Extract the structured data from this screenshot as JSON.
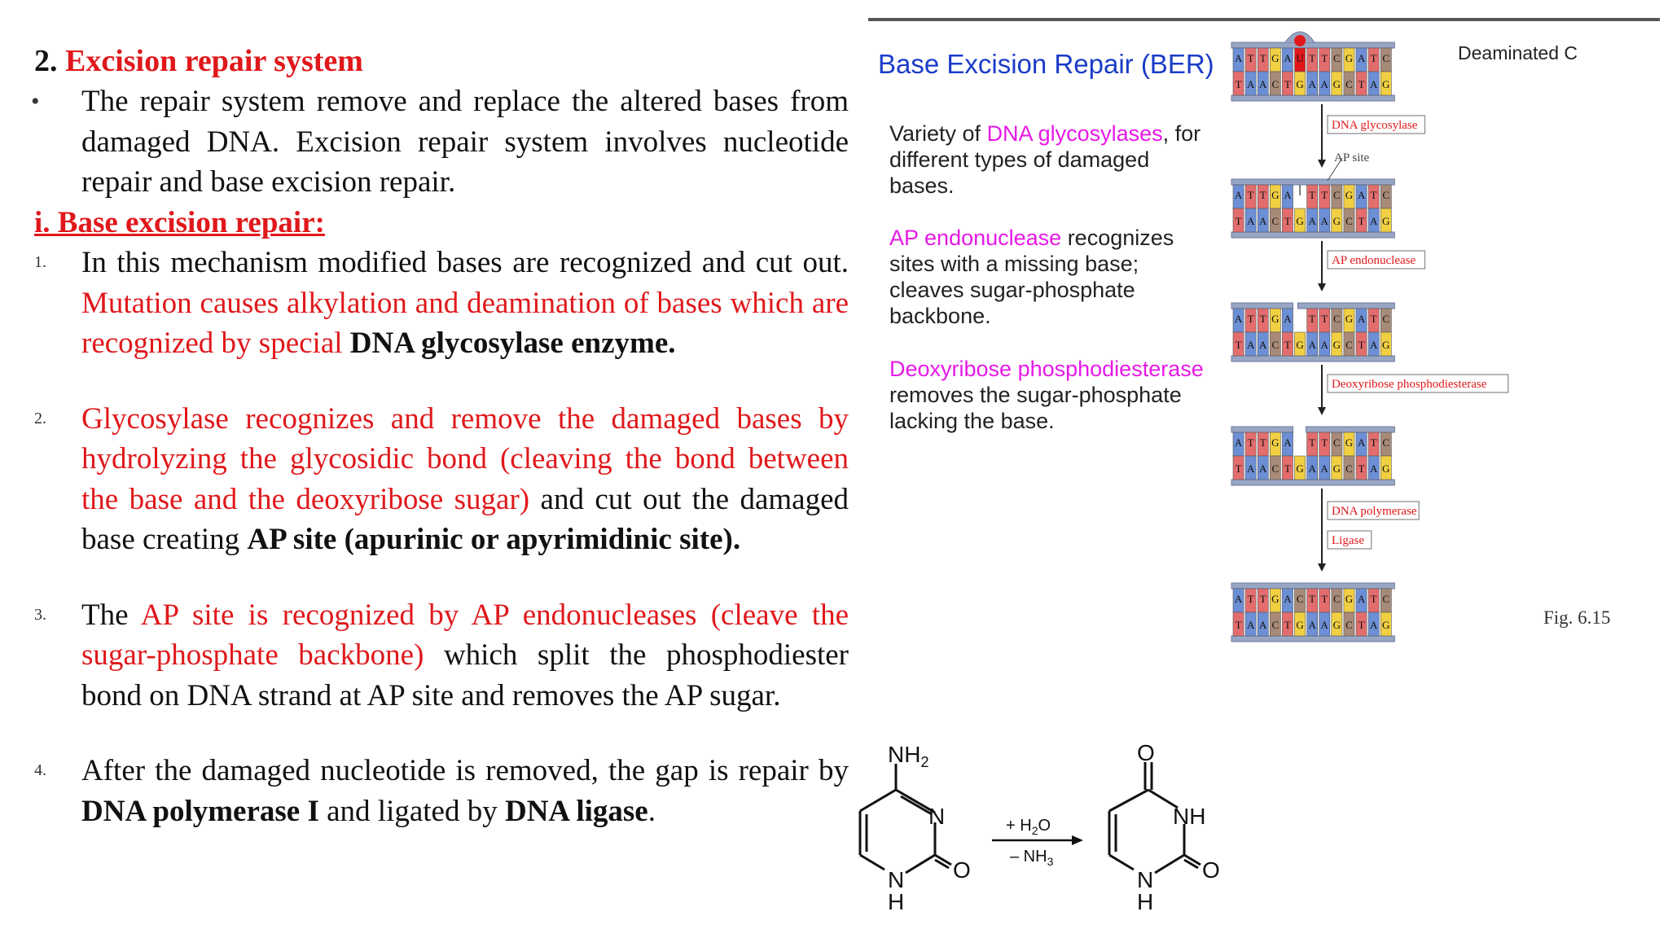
{
  "left": {
    "heading_num": "2. ",
    "heading_text": "Excision repair system",
    "bullet_mark": "•",
    "bullet_text": "The repair system remove and replace the altered bases from damaged DNA. Excision repair system involves nucleotide repair and base excision repair.",
    "subheading": "i. Base excision repair:",
    "items": [
      {
        "mark": "1.",
        "t1": "In this mechanism modified bases are recognized and cut out. ",
        "t2": "Mutation causes alkylation and deamination of bases which are recognized by special ",
        "t3": "DNA glycosylase enzyme",
        "t4": "."
      },
      {
        "mark": "2.",
        "t1": "Glycosylase recognizes and remove the damaged bases by hydrolyzing the glycosidic bond  (cleaving the bond between the base and the deoxyribose sugar)",
        "t2": " and cut out the damaged base creating ",
        "t3": "AP site (apurinic or apyrimidinic site)."
      },
      {
        "mark": "3.",
        "t1": "The ",
        "t2": "AP site is recognized by AP endonucleases (cleave the sugar-phosphate backbone)",
        "t3": " which split the phosphodiester bond on DNA strand at AP site and removes the AP sugar."
      },
      {
        "mark": "4.",
        "t1": "After the damaged nucleotide is removed, the gap is repair by ",
        "t2": "DNA polymerase I",
        "t3": " and ligated by ",
        "t4": "DNA ligase",
        "t5": "."
      }
    ]
  },
  "figure": {
    "title": "Base Excision Repair (BER)",
    "deaminated": "Deaminated C",
    "fig_label": "Fig. 6.15",
    "desc1": {
      "a": "Variety of ",
      "b": "DNA glycosylases",
      "c": ", for different types of damaged bases."
    },
    "desc2": {
      "a": "AP endonuclease",
      "b": " recognizes sites with a missing base; cleaves sugar-phosphate backbone."
    },
    "desc3": {
      "a": "Deoxyribose phosphodiesterase",
      "b": " removes the sugar-phosphate lacking the base."
    },
    "enzymes": [
      "DNA glycosylase",
      "AP endonuclease",
      "Deoxyribose phosphodiesterase",
      "DNA polymerase",
      "Ligase"
    ],
    "ap_site": "AP site",
    "top_strand": [
      "A",
      "T",
      "T",
      "G",
      "A",
      "U",
      "T",
      "T",
      "C",
      "G",
      "A",
      "T",
      "C"
    ],
    "bottom_strand": [
      "T",
      "A",
      "A",
      "C",
      "T",
      "G",
      "A",
      "A",
      "G",
      "C",
      "T",
      "A",
      "G"
    ],
    "repaired_top": [
      "A",
      "T",
      "T",
      "G",
      "A",
      "C",
      "T",
      "T",
      "C",
      "G",
      "A",
      "T",
      "C"
    ]
  },
  "chem": {
    "nh2": "NH",
    "nh2_sub": "2",
    "n": "N",
    "nh": "NH",
    "h1": "H",
    "h2": "H",
    "o1": "O",
    "o2": "O",
    "o3": "O",
    "n_ring1": "N",
    "n_ring2": "N",
    "plus": "+ H",
    "plus_sub": "2",
    "plus_o": "O",
    "minus": "– NH",
    "minus_sub": "3"
  },
  "colors": {
    "red": "#e0181b",
    "magenta": "#e619e6",
    "blue": "#1a3cc8",
    "A": "#6c8fd6",
    "T": "#e36d6d",
    "G": "#f0cf42",
    "C": "#a78a78",
    "backbone": "#98a6c4"
  }
}
